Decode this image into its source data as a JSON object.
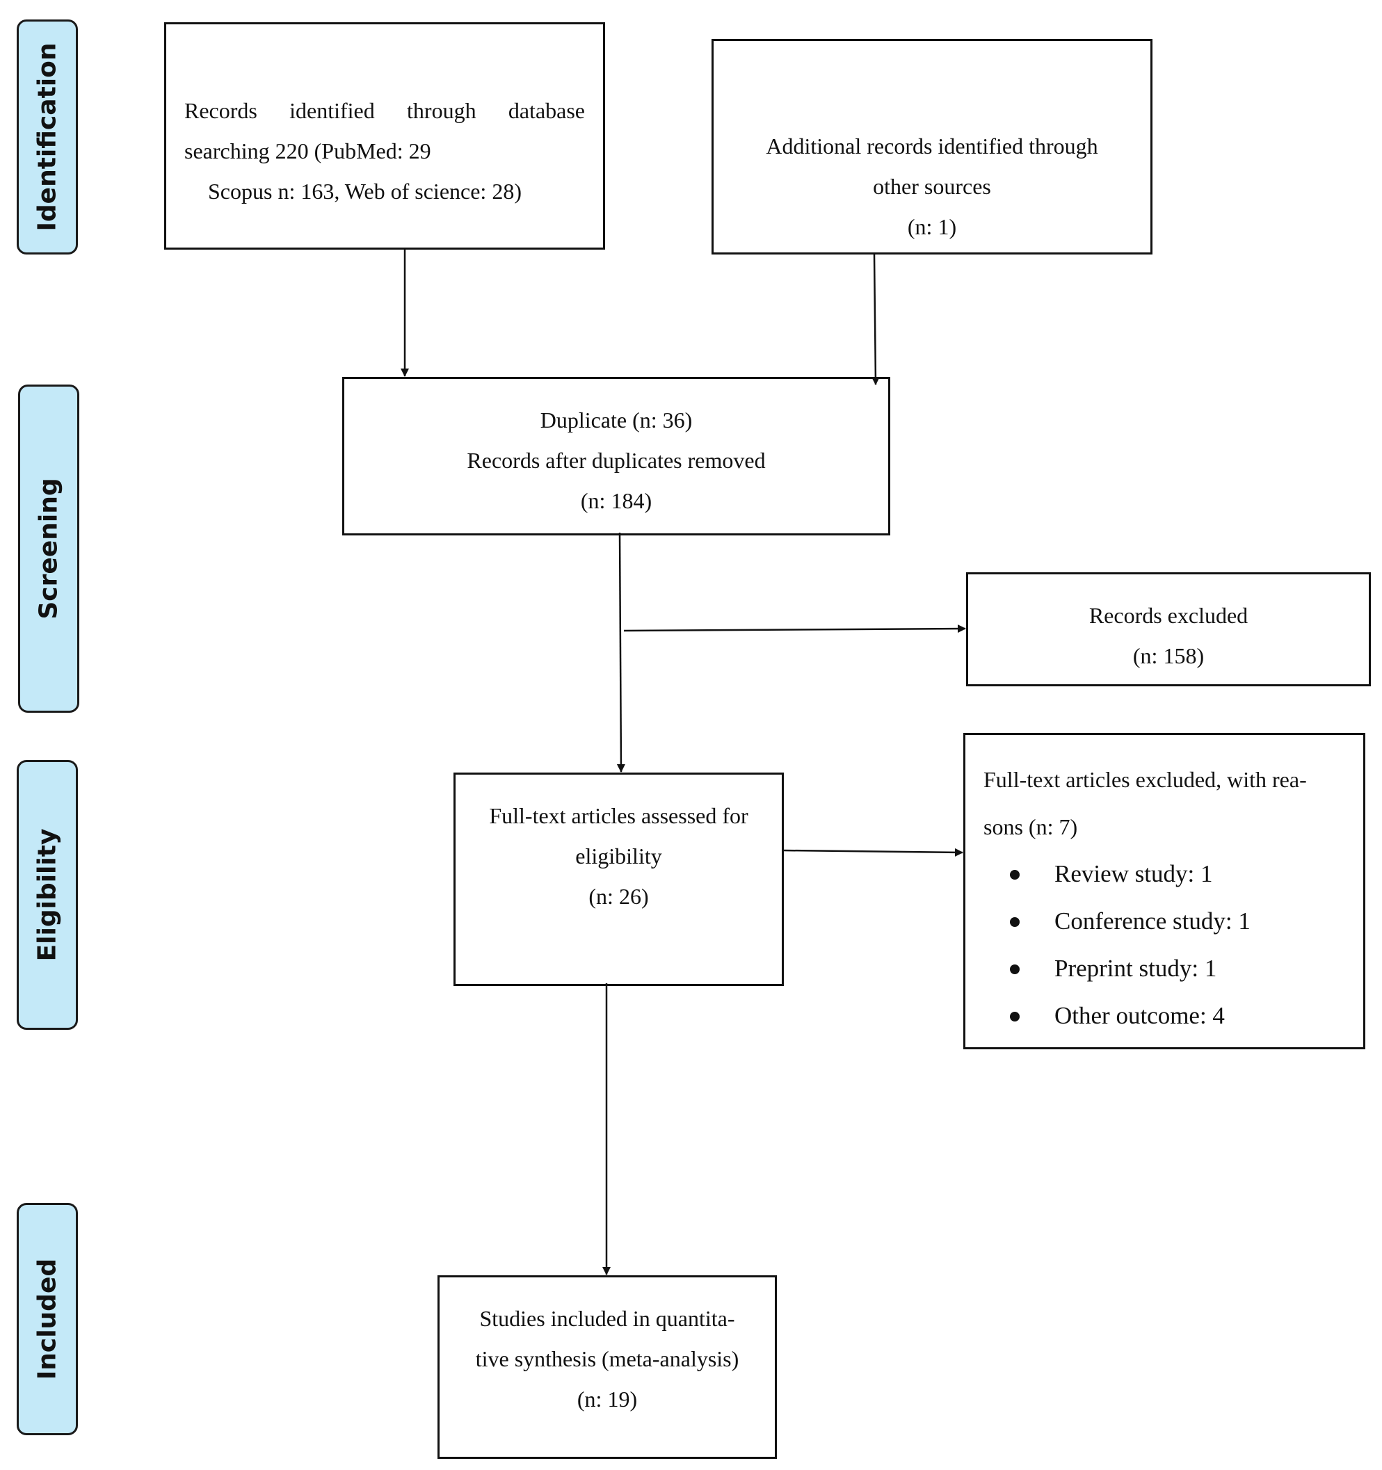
{
  "stages": {
    "identification": "Identification",
    "screening": "Screening",
    "eligibility": "Eligibility",
    "included": "Included"
  },
  "boxes": {
    "database_records": {
      "line1": "Records identified through database",
      "line2": "searching 220 (PubMed: 29",
      "line3": "Scopus n: 163, Web of science: 28)"
    },
    "additional_records": {
      "line1": "Additional records identified through",
      "line2": "other sources",
      "line3": "(n: 1)"
    },
    "duplicates": {
      "line1": "Duplicate (n:  36)",
      "line2": "Records after duplicates removed",
      "line3": "(n:  184)"
    },
    "records_excluded": {
      "line1": "Records excluded",
      "line2": "(n: 158)"
    },
    "fulltext_assessed": {
      "line1": "Full-text articles assessed for",
      "line2": "eligibility",
      "line3": "(n:  26)"
    },
    "fulltext_excluded": {
      "line1": "Full-text articles excluded, with rea-",
      "line2": "sons (n: 7)",
      "reasons": [
        "Review study: 1",
        "Conference study: 1",
        "Preprint study: 1",
        "Other outcome: 4"
      ]
    },
    "included_studies": {
      "line1": "Studies included in quantita-",
      "line2": "tive synthesis (meta-analysis)",
      "line3": "(n: 19)"
    }
  },
  "colors": {
    "stage_fill": "#c4e9f8",
    "stroke": "#111111"
  }
}
